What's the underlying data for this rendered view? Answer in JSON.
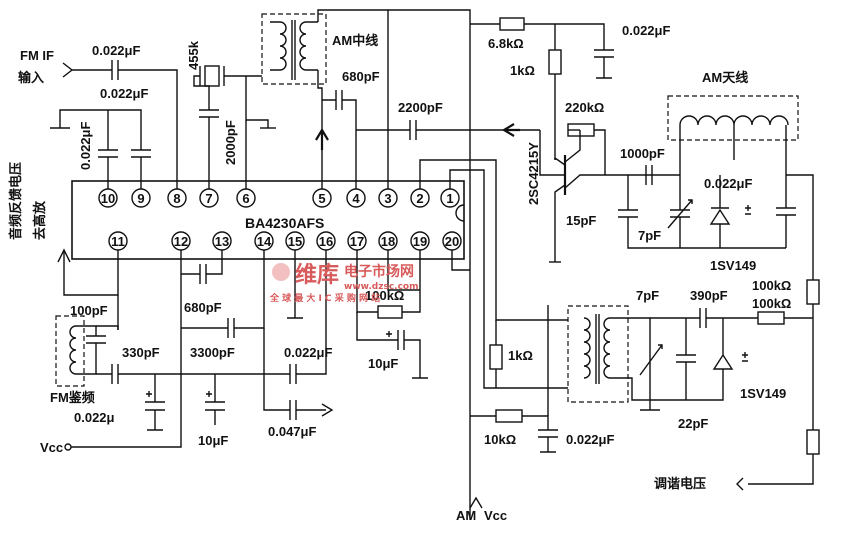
{
  "ic": {
    "name": "BA4230AFS",
    "top_pins": [
      "10",
      "9",
      "8",
      "7",
      "6",
      "5",
      "4",
      "3",
      "2",
      "1"
    ],
    "bottom_pins": [
      "11",
      "12",
      "13",
      "14",
      "15",
      "16",
      "17",
      "18",
      "19",
      "20"
    ]
  },
  "labels": {
    "fm_if": "FM IF",
    "fm_if_input": "输入",
    "am_if_transformer": "AM中线",
    "am_antenna": "AM天线",
    "transistor": "2SC4215Y",
    "audio_feedback": "音频反馈电压",
    "to_amp": "去高放",
    "fm_discriminator": "FM鉴频",
    "vcc_left": "Vcc",
    "am": "AM",
    "vcc_bottom": "Vcc",
    "tuning_voltage": "调谐电压",
    "varactor_1": "1SV149",
    "varactor_2": "1SV149",
    "crystal_filter": "455k"
  },
  "components": {
    "c_fm_if": "0.022μF",
    "c_pin9": "0.022μF",
    "c_pin10": "0.022μF",
    "c_2000": "2000pF",
    "c_680_top": "680pF",
    "c_2200": "2200pF",
    "r_6k8": "6.8kΩ",
    "r_1k_top": "1kΩ",
    "c_top_right": "0.022μF",
    "r_220k": "220kΩ",
    "c_1000": "1000pF",
    "c_15p": "15pF",
    "c_7p_am": "7pF",
    "c_ant": "0.022μF",
    "c_100p": "100pF",
    "c_680_bottom": "680pF",
    "r_100k_mid": "100kΩ",
    "c_330": "330pF",
    "c_3300": "3300pF",
    "c_022_fm_out": "0.022μF",
    "c_10u_mid": "10μF",
    "c_022_bl": "0.022μ",
    "c_10u_bottom": "10μF",
    "c_047": "0.047μF",
    "r_1k_mid": "1kΩ",
    "r_10k": "10kΩ",
    "c_022_bm": "0.022μF",
    "c_7p_fm": "7pF",
    "c_390": "390pF",
    "c_22p": "22pF",
    "r_100k_a": "100kΩ",
    "r_100k_b": "100kΩ"
  },
  "watermark": {
    "brand": "维库",
    "site": "电子市场网",
    "url": "www.dzsc.com",
    "slogan": "全 球 最 大 I C 采 购 网 站"
  }
}
